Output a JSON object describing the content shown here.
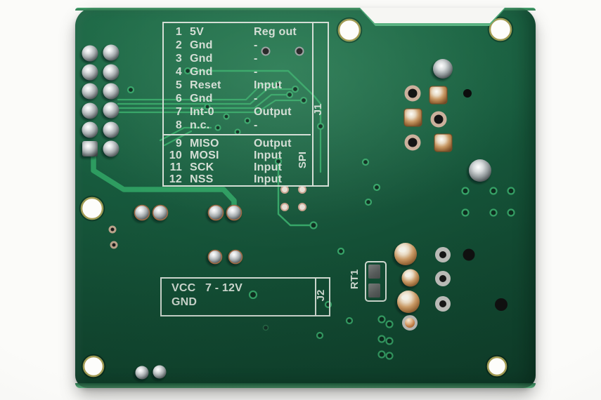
{
  "j1": {
    "label": "J1",
    "rows": [
      {
        "num": "1",
        "name": "5V",
        "dir": "Reg out"
      },
      {
        "num": "2",
        "name": "Gnd",
        "dir": "-"
      },
      {
        "num": "3",
        "name": "Gnd",
        "dir": "-"
      },
      {
        "num": "4",
        "name": "Gnd",
        "dir": "-"
      },
      {
        "num": "5",
        "name": "Reset",
        "dir": "Input"
      },
      {
        "num": "6",
        "name": "Gnd",
        "dir": "-"
      },
      {
        "num": "7",
        "name": "Int-0",
        "dir": "Output"
      },
      {
        "num": "8",
        "name": "n.c.",
        "dir": "-"
      }
    ],
    "spi_label": "SPI",
    "spi_rows": [
      {
        "num": "9",
        "name": "MISO",
        "dir": "Output"
      },
      {
        "num": "10",
        "name": "MOSI",
        "dir": "Input"
      },
      {
        "num": "11",
        "name": "SCK",
        "dir": "Input"
      },
      {
        "num": "12",
        "name": "NSS",
        "dir": "Input"
      }
    ]
  },
  "j2": {
    "label": "J2",
    "vcc": "VCC",
    "range": "7 - 12V",
    "gnd": "GND"
  },
  "rt1": {
    "label": "RT1"
  },
  "colors": {
    "silk": "#d3ddd4",
    "trace": "#2d9c60",
    "trace_thin": "#35a566",
    "board_green": "#16543a",
    "background": "#f6f6f3"
  }
}
